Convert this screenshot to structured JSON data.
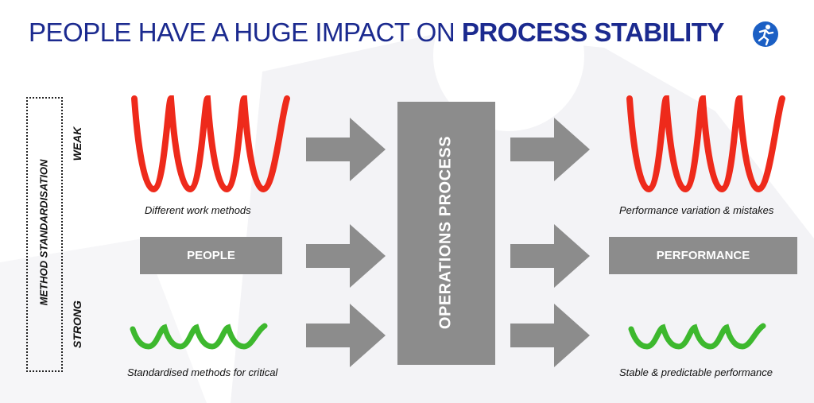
{
  "title": {
    "prefix": "PEOPLE HAVE A HUGE IMPACT ON ",
    "emphasis": "PROCESS STABILITY"
  },
  "axis": {
    "label": "METHOD STANDARDISATION",
    "weak": "WEAK",
    "strong": "STRONG"
  },
  "inputs": {
    "weak_caption": "Different work methods",
    "people_label": "PEOPLE",
    "strong_caption": "Standardised methods for critical"
  },
  "process": {
    "label": "OPERATIONS PROCESS"
  },
  "outputs": {
    "weak_caption": "Performance variation & mistakes",
    "performance_label": "PERFORMANCE",
    "strong_caption": "Stable & predictable performance"
  },
  "colors": {
    "title": "#1b2a8f",
    "gray": "#8c8c8c",
    "red_wave": "#ee2a1b",
    "green_wave": "#3db82e",
    "logo": "#1b5fc4"
  },
  "icons": {
    "logo": "running-person-logo-icon"
  }
}
